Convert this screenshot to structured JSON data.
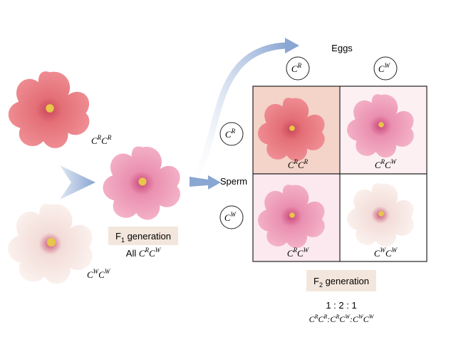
{
  "parents": {
    "red": {
      "genotype_a": "C",
      "sup_a": "R",
      "genotype_b": "C",
      "sup_b": "R"
    },
    "white": {
      "genotype_a": "C",
      "sup_a": "W",
      "genotype_b": "C",
      "sup_b": "W"
    }
  },
  "f1": {
    "label_main": "F",
    "label_sub": "1",
    "label_rest": " generation",
    "all_prefix": "All ",
    "genotype": {
      "a": "C",
      "sup_a": "R",
      "b": "C",
      "sup_b": "W"
    }
  },
  "punnett": {
    "eggs_label": "Eggs",
    "sperm_label": "Sperm",
    "egg_alleles": [
      {
        "base": "C",
        "sup": "R"
      },
      {
        "base": "C",
        "sup": "W"
      }
    ],
    "sperm_alleles": [
      {
        "base": "C",
        "sup": "R"
      },
      {
        "base": "C",
        "sup": "W"
      }
    ],
    "cells": [
      {
        "a": "C",
        "sup_a": "R",
        "b": "C",
        "sup_b": "R"
      },
      {
        "a": "C",
        "sup_a": "R",
        "b": "C",
        "sup_b": "W"
      },
      {
        "a": "C",
        "sup_a": "R",
        "b": "C",
        "sup_b": "W"
      },
      {
        "a": "C",
        "sup_a": "W",
        "b": "C",
        "sup_b": "W"
      }
    ]
  },
  "f2": {
    "label_main": "F",
    "label_sub": "2",
    "label_rest": " generation",
    "ratio": "1 : 2 : 1",
    "ratio_genotypes": [
      {
        "a": "C",
        "sup_a": "R",
        "b": "C",
        "sup_b": "R"
      },
      {
        "a": "C",
        "sup_a": "R",
        "b": "C",
        "sup_b": "W"
      },
      {
        "a": "C",
        "sup_a": "W",
        "b": "C",
        "sup_b": "W"
      }
    ],
    "separator": ":"
  },
  "colors": {
    "red_flower": "#e8747a",
    "pink_flower": "#ee9db5",
    "white_flower": "#f7ebe6",
    "arrow": "#9bb3d6",
    "cell_red_bg": "#f3cfc3",
    "cell_pink_bg": "#fbe7ee",
    "label_box": "#f3e6dc"
  }
}
